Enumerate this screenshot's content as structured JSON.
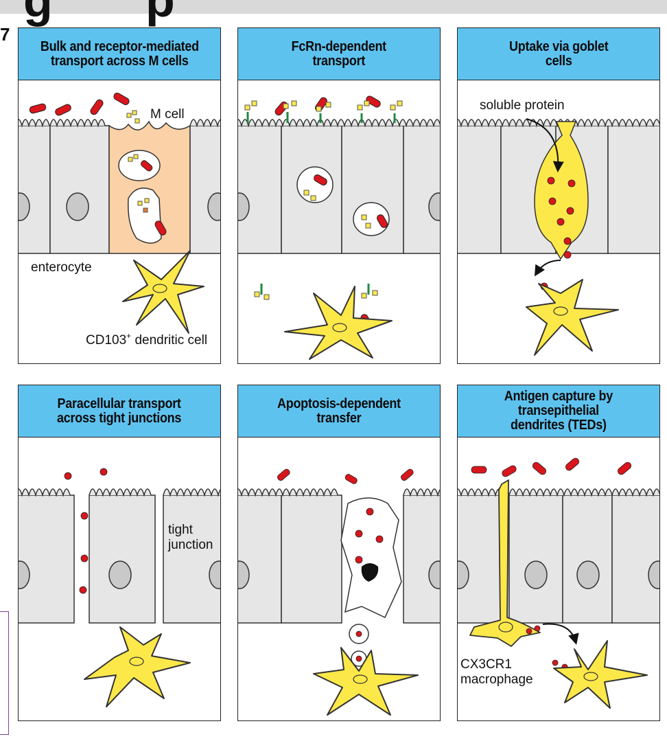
{
  "figure_number": "7",
  "panels": [
    {
      "title": "Bulk and receptor-mediated\ntransport across M cells",
      "labels": {
        "m_cell": "M cell",
        "enterocyte": "enterocyte",
        "dc": "CD103",
        "dc_sup": "+",
        "dc_rest": " dendritic cell"
      }
    },
    {
      "title": "FcRn-dependent\ntransport",
      "labels": {}
    },
    {
      "title": "Uptake via goblet\ncells",
      "labels": {
        "soluble": "soluble protein"
      }
    },
    {
      "title": "Paracellular transport\nacross tight junctions",
      "labels": {
        "tight1": "tight",
        "tight2": "junction"
      }
    },
    {
      "title": "Apoptosis-dependent\ntransfer",
      "labels": {}
    },
    {
      "title": "Antigen capture by\ntransepithelial\ndendrites (TEDs)",
      "labels": {
        "cx": "CX3CR1",
        "mac": "macrophage"
      }
    }
  ],
  "colors": {
    "header": "#5ec2ef",
    "cell": "#e6e6e6",
    "antigen": "#d9161c",
    "dendritic": "#fde84a",
    "m_cell": "#fbd1a8",
    "receptor": "#1f8a3f"
  }
}
